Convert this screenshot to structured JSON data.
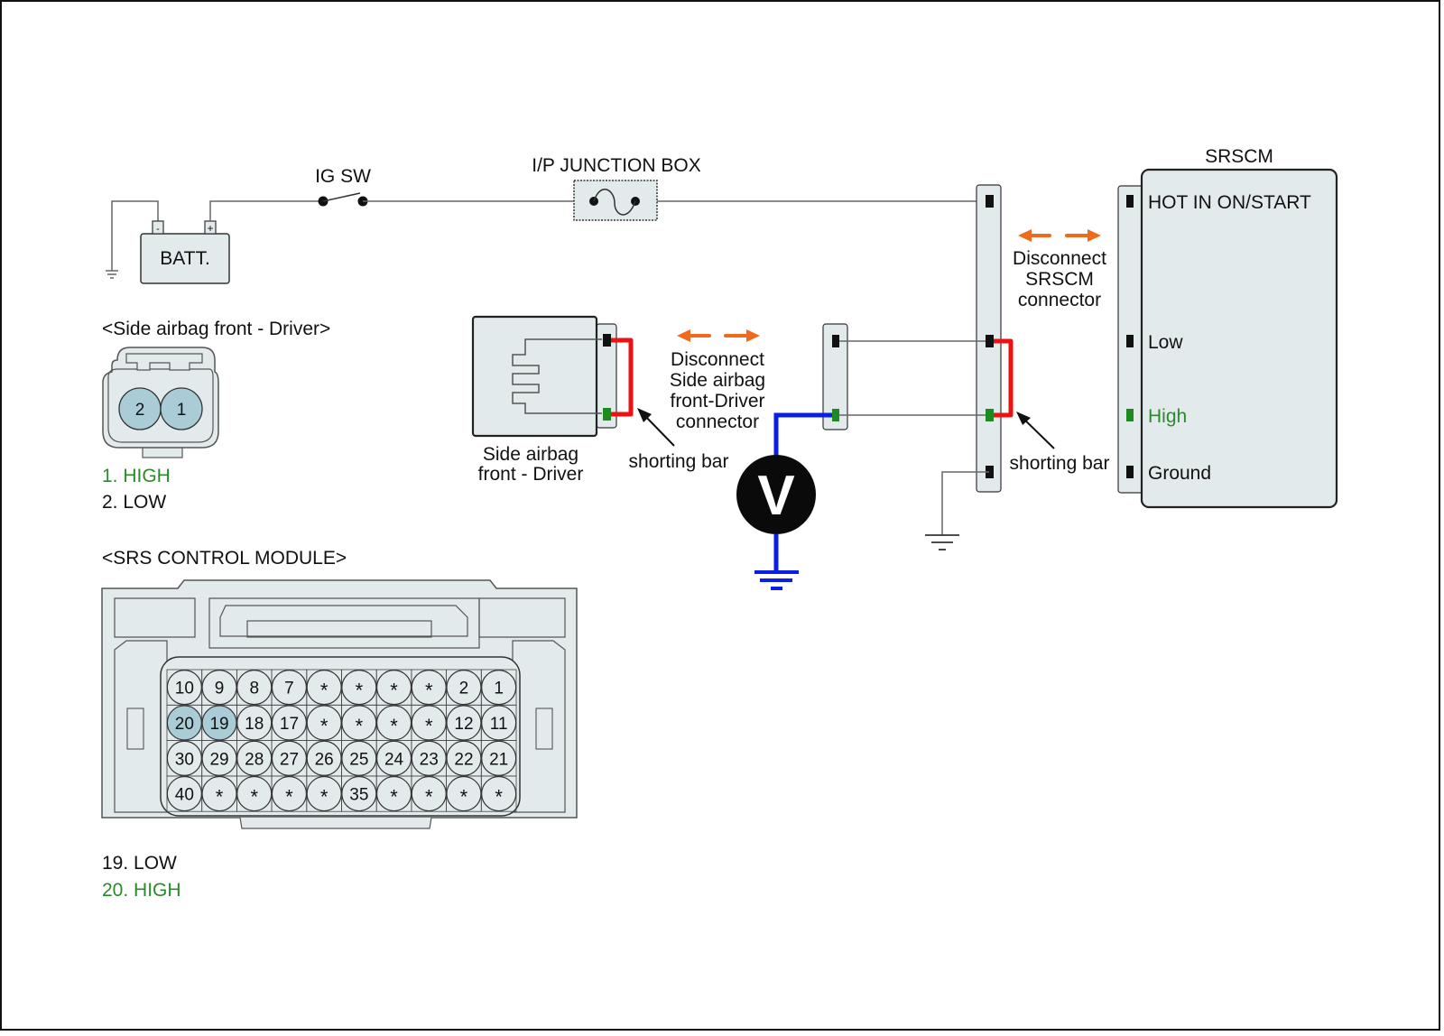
{
  "diagram": {
    "title": "Side airbag front - Driver circuit inspection",
    "colors": {
      "wire": "#666666",
      "component_fill": "#e3eaec",
      "component_stroke": "#222222",
      "shorting_bar": "#ee1111",
      "meter_lead": "#0a1ee6",
      "disconnect_arrow": "#f06a1e",
      "high_label": "#2a8a2a",
      "pin_highlight": "#a9ccd6",
      "terminal_black": "#111111",
      "terminal_green": "#1f8a1f"
    }
  },
  "power": {
    "battery_label": "BATT.",
    "battery_neg": "-",
    "battery_pos": "+",
    "ig_switch_label": "IG SW",
    "junction_box_label": "I/P JUNCTION BOX"
  },
  "srscm": {
    "title": "SRSCM",
    "pins": [
      {
        "label": "HOT IN ON/START",
        "color": "black"
      },
      {
        "label": "Low",
        "color": "black"
      },
      {
        "label": "High",
        "color": "green"
      },
      {
        "label": "Ground",
        "color": "black"
      }
    ],
    "disconnect_text": [
      "Disconnect",
      "SRSCM",
      "connector"
    ],
    "shorting_bar_label": "shorting bar"
  },
  "side_airbag": {
    "component_label": [
      "Side airbag",
      "front - Driver"
    ],
    "disconnect_text": [
      "Disconnect",
      "Side airbag",
      "front-Driver",
      "connector"
    ],
    "shorting_bar_label": "shorting bar"
  },
  "voltmeter": {
    "symbol": "V"
  },
  "side_airbag_connector": {
    "title": "<Side airbag front - Driver>",
    "pins": [
      "2",
      "1"
    ],
    "legend": [
      {
        "text": "1. HIGH",
        "color": "green"
      },
      {
        "text": "2. LOW",
        "color": "black"
      }
    ]
  },
  "srs_control_module_connector": {
    "title": "<SRS CONTROL MODULE>",
    "rows": [
      [
        "10",
        "9",
        "8",
        "7",
        "*",
        "*",
        "*",
        "*",
        "2",
        "1"
      ],
      [
        "20",
        "19",
        "18",
        "17",
        "*",
        "*",
        "*",
        "*",
        "12",
        "11"
      ],
      [
        "30",
        "29",
        "28",
        "27",
        "26",
        "25",
        "24",
        "23",
        "22",
        "21"
      ],
      [
        "40",
        "*",
        "*",
        "*",
        "*",
        "35",
        "*",
        "*",
        "*",
        "*"
      ]
    ],
    "highlighted_pins": [
      "20",
      "19"
    ],
    "legend": [
      {
        "text": "19. LOW",
        "color": "black"
      },
      {
        "text": "20. HIGH",
        "color": "green"
      }
    ]
  }
}
